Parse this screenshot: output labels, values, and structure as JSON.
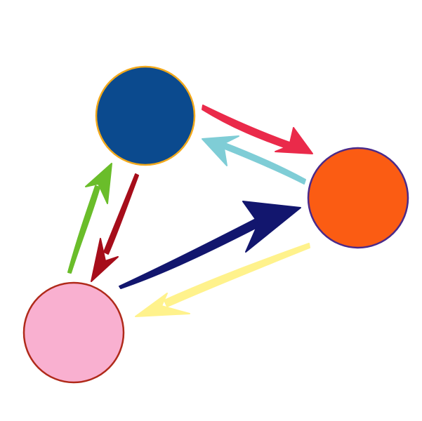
{
  "nodes": [
    {
      "id": "top",
      "fill": "#0b4a8e",
      "stroke": "#f2a91c"
    },
    {
      "id": "right",
      "fill": "#fb5c13",
      "stroke": "#4a2a8a"
    },
    {
      "id": "left",
      "fill": "#f9b0d0",
      "stroke": "#b02a1a"
    }
  ],
  "edges": [
    {
      "from": "top",
      "to": "right",
      "color": "#ea2a4a"
    },
    {
      "from": "right",
      "to": "top",
      "color": "#7fcdd6"
    },
    {
      "from": "left",
      "to": "right",
      "color": "#12166e"
    },
    {
      "from": "right",
      "to": "left",
      "color": "#fff28c"
    },
    {
      "from": "left",
      "to": "top",
      "color": "#6abd2a"
    },
    {
      "from": "top",
      "to": "left",
      "color": "#a60d1a"
    }
  ]
}
